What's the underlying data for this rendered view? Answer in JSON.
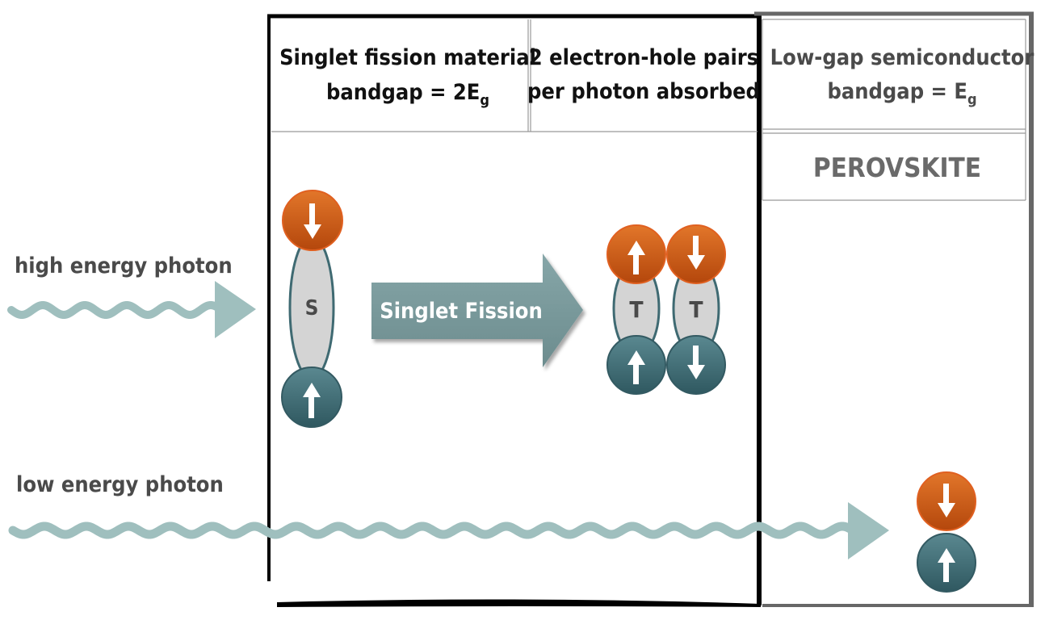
{
  "labels": {
    "high_photon": "high energy photon",
    "low_photon": "low energy photon",
    "sf_material_line1": "Singlet fission material",
    "sf_material_line2": "bandgap = 2E",
    "sf_material_sub": "g",
    "pairs_line1": "2 electron-hole pairs",
    "pairs_line2": "per photon absorbed",
    "semi_line1": "Low-gap semiconductor",
    "semi_line2": "bandgap = E",
    "semi_sub": "g",
    "perovskite": "PEROVSKITE",
    "process_arrow": "Singlet Fission",
    "singlet": "S",
    "triplet1": "T",
    "triplet2": "T"
  },
  "colors": {
    "electron": "#d45f16",
    "hole": "#3f6a72",
    "photon_wave": "#9fbfbe",
    "process_arrow": "#7a9a9c",
    "exciton_body": "#d4d4d4",
    "text_dark": "#4a4a4a",
    "perovskite_frame": "#676767"
  }
}
